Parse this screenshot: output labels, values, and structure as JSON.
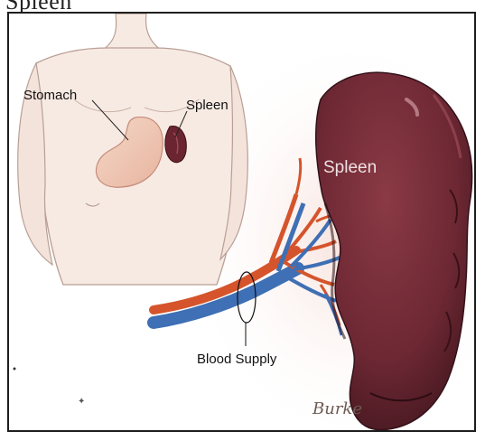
{
  "header": {
    "fragment_text": "Spleen"
  },
  "labels": {
    "stomach": "Stomach",
    "spleen_small": "Spleen",
    "spleen_large": "Spleen",
    "blood_supply": "Blood Supply"
  },
  "signature": "Burke",
  "colors": {
    "skin": "#f7eae3",
    "skin_outline": "#b89f95",
    "stomach": "#efc8b7",
    "spleen_dark": "#5a1f28",
    "spleen_mid": "#7c2e38",
    "artery": "#d5542c",
    "vein": "#3f6fb4",
    "frame": "#1e1e1e"
  }
}
